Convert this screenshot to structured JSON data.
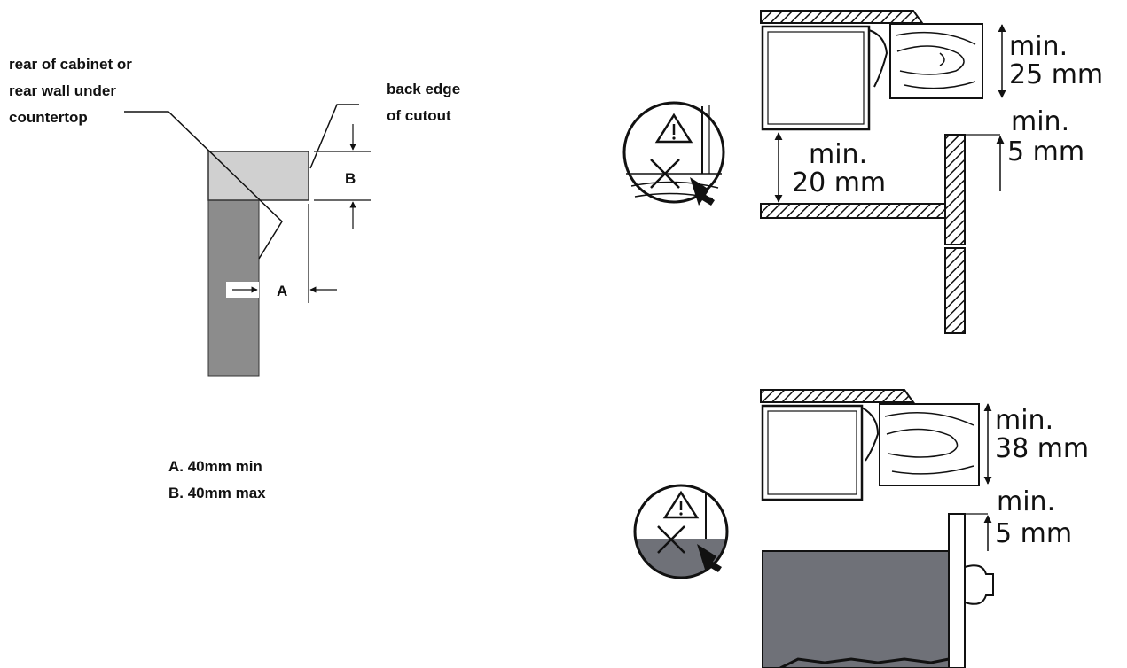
{
  "left_diagram": {
    "label_rear_line1": "rear of cabinet or",
    "label_rear_line2": "rear wall under",
    "label_rear_line3": "countertop",
    "label_back_line1": "back edge",
    "label_back_line2": "of cutout",
    "dim_b": "B",
    "dim_a": "A",
    "legend_a": "A. 40mm  min",
    "legend_b": "B. 40mm  max"
  },
  "top_right": {
    "dim_top_1": "min.",
    "dim_top_2": "25 mm",
    "dim_right_1": "min.",
    "dim_right_2": "5 mm",
    "dim_gap_1": "min.",
    "dim_gap_2": "20 mm"
  },
  "bottom_right": {
    "dim_top_1": "min.",
    "dim_top_2": "38 mm",
    "dim_right_1": "min.",
    "dim_right_2": "5 mm"
  },
  "colors": {
    "panel_gray": "#8c8c8c",
    "counter_light": "#d0d0d0",
    "drawer_gray": "#6f7178",
    "ink": "#111111"
  }
}
